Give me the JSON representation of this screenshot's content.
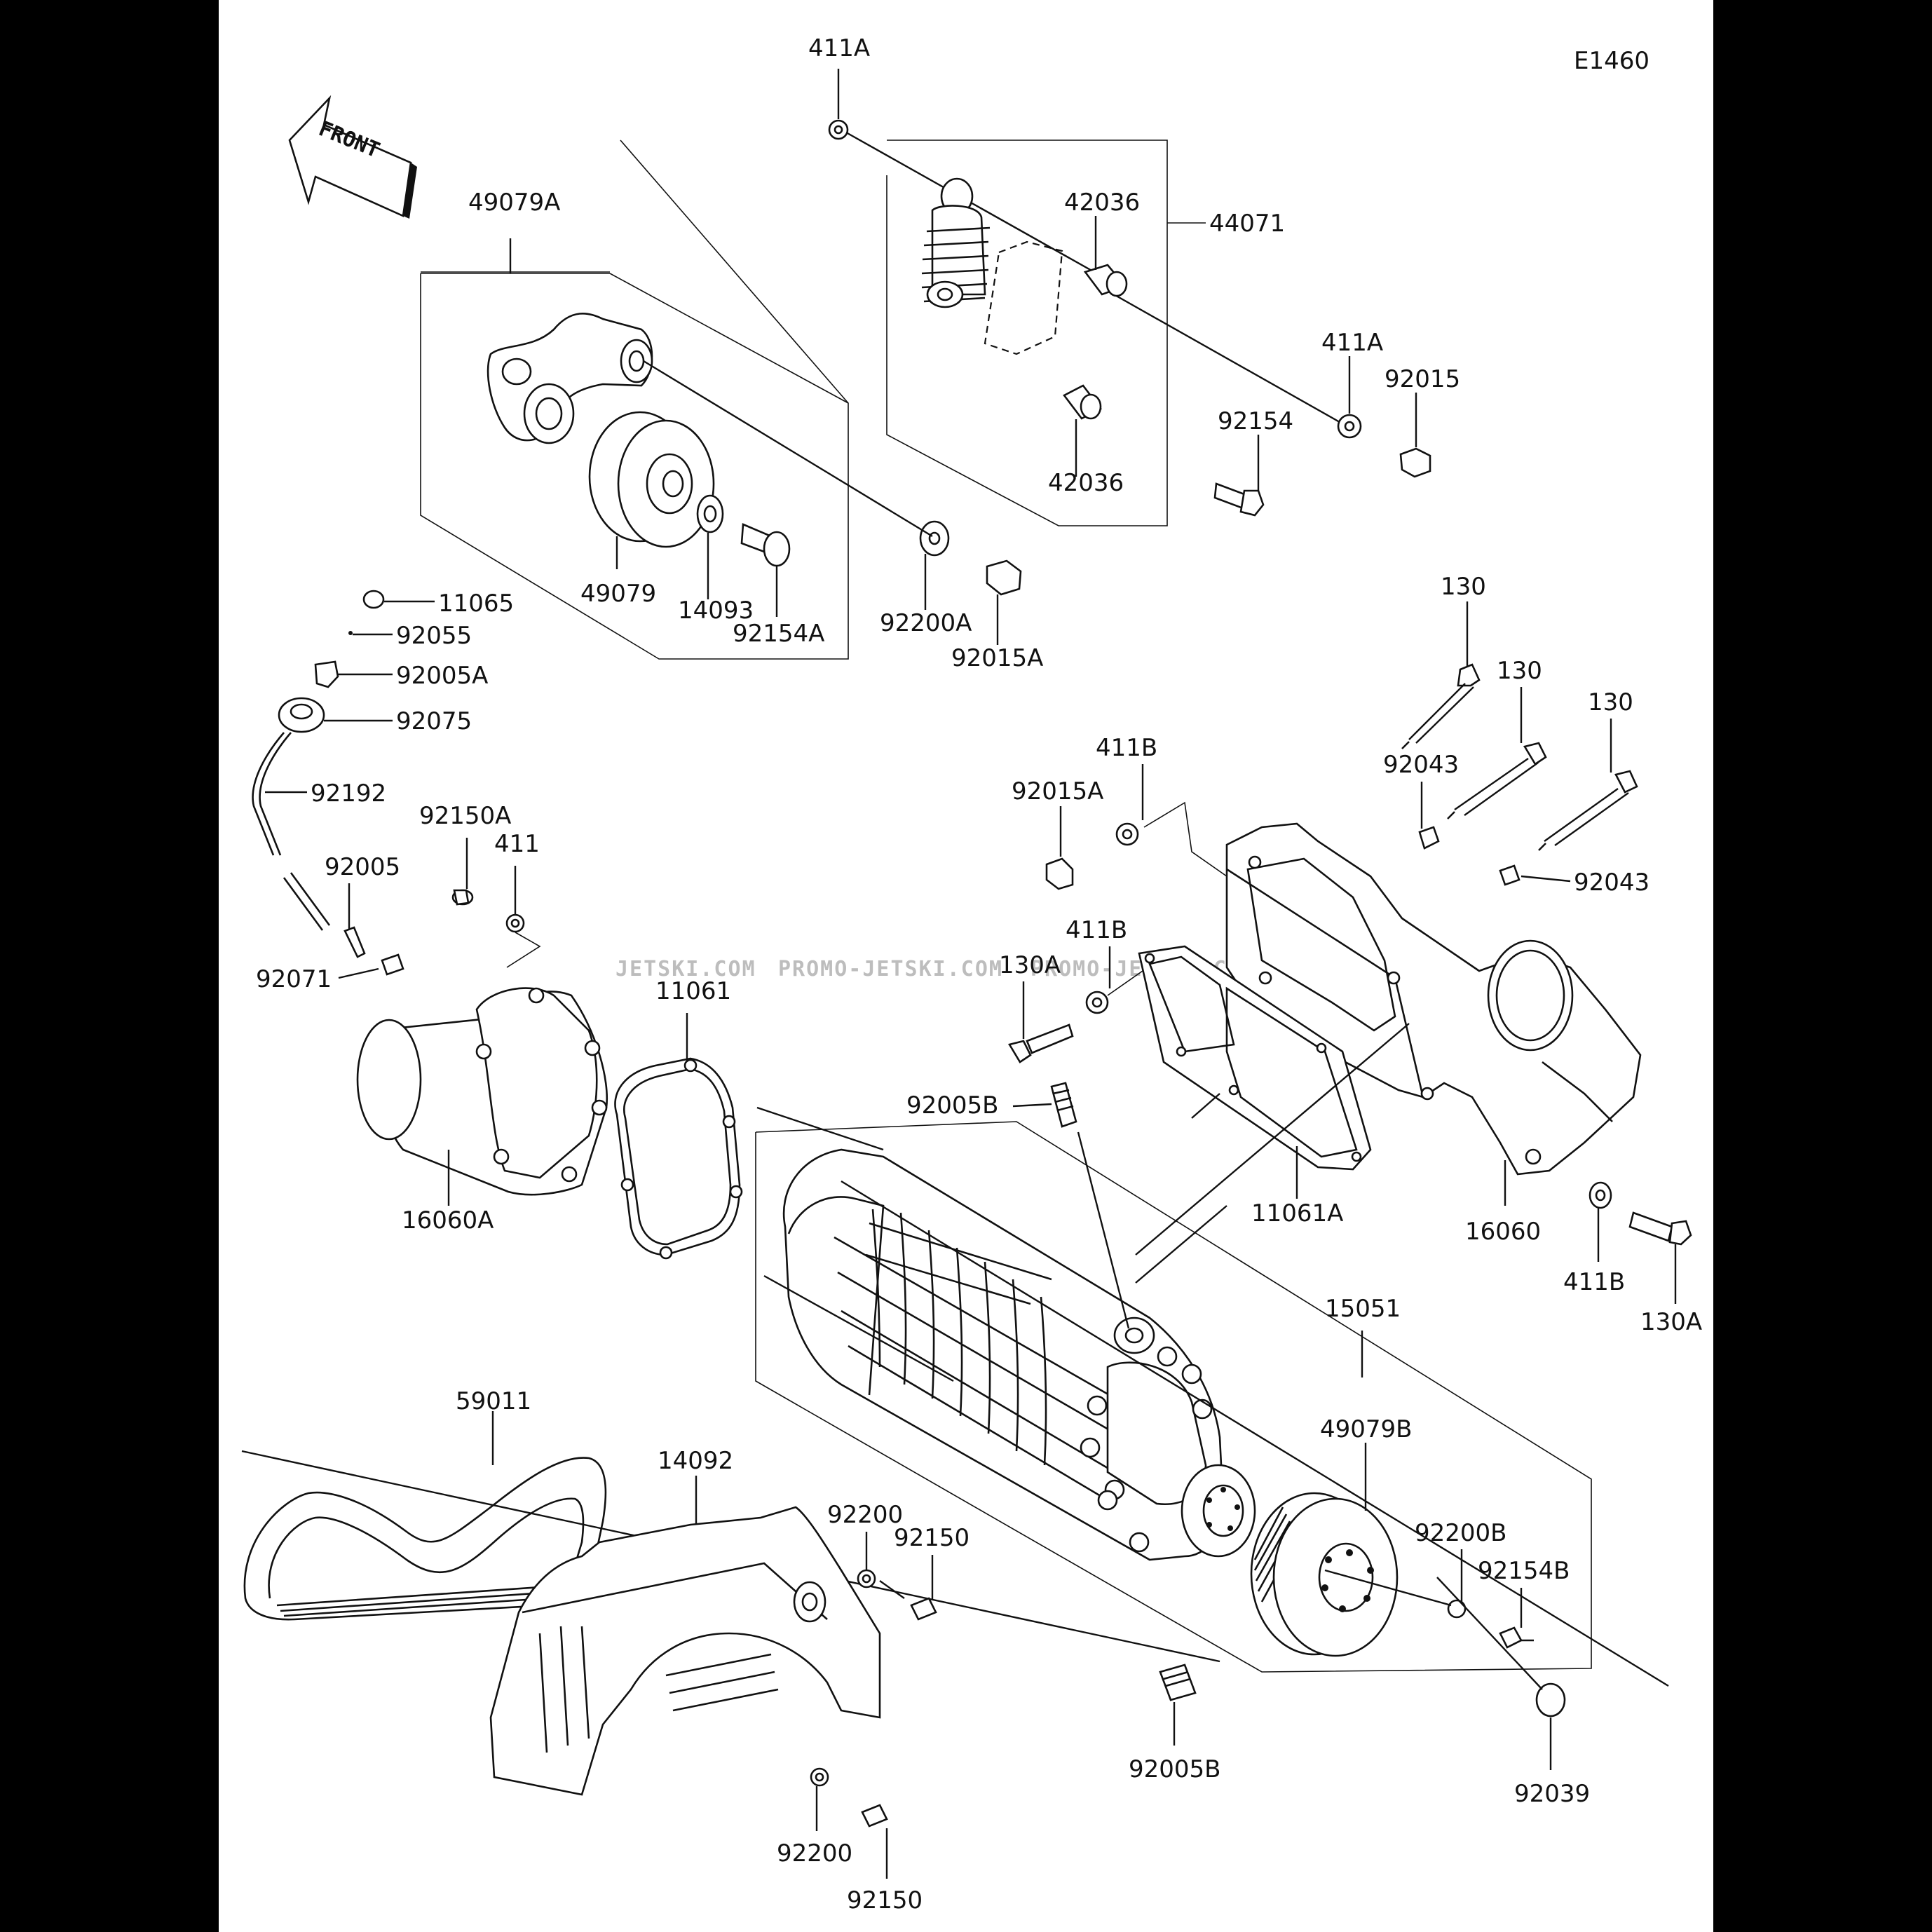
{
  "diagram": {
    "code": "E1460",
    "front_arrow": "FRONT",
    "watermark": [
      "JETSKI.COM",
      "PROMO-JETSKI.COM",
      "PROMO-JETSKI.COM"
    ]
  },
  "callouts": {
    "c_411a_top": "411A",
    "c_49079a": "49079A",
    "c_42036_top": "42036",
    "c_44071": "44071",
    "c_411a_right": "411A",
    "c_92015": "92015",
    "c_92154": "92154",
    "c_42036_bot": "42036",
    "c_49079": "49079",
    "c_14093": "14093",
    "c_92154a": "92154A",
    "c_92200a": "92200A",
    "c_92015a_top": "92015A",
    "c_11065": "11065",
    "c_92055": "92055",
    "c_92005a": "92005A",
    "c_92075": "92075",
    "c_92192": "92192",
    "c_92150a": "92150A",
    "c_411": "411",
    "c_92005": "92005",
    "c_92071": "92071",
    "c_11061": "11061",
    "c_16060a": "16060A",
    "c_130_a": "130",
    "c_130_b": "130",
    "c_130_c": "130",
    "c_92043_top": "92043",
    "c_92043_right": "92043",
    "c_411b_top": "411B",
    "c_92015a_mid": "92015A",
    "c_411b_mid": "411B",
    "c_130a_left": "130A",
    "c_92005b_top": "92005B",
    "c_11061a": "11061A",
    "c_16060": "16060",
    "c_411b_right": "411B",
    "c_130a_right": "130A",
    "c_15051": "15051",
    "c_49079b": "49079B",
    "c_92200b": "92200B",
    "c_92154b": "92154B",
    "c_92039": "92039",
    "c_92005b_bot": "92005B",
    "c_59011": "59011",
    "c_14092": "14092",
    "c_92200_top": "92200",
    "c_92150_top": "92150",
    "c_92200_bot": "92200",
    "c_92150_bot": "92150"
  }
}
